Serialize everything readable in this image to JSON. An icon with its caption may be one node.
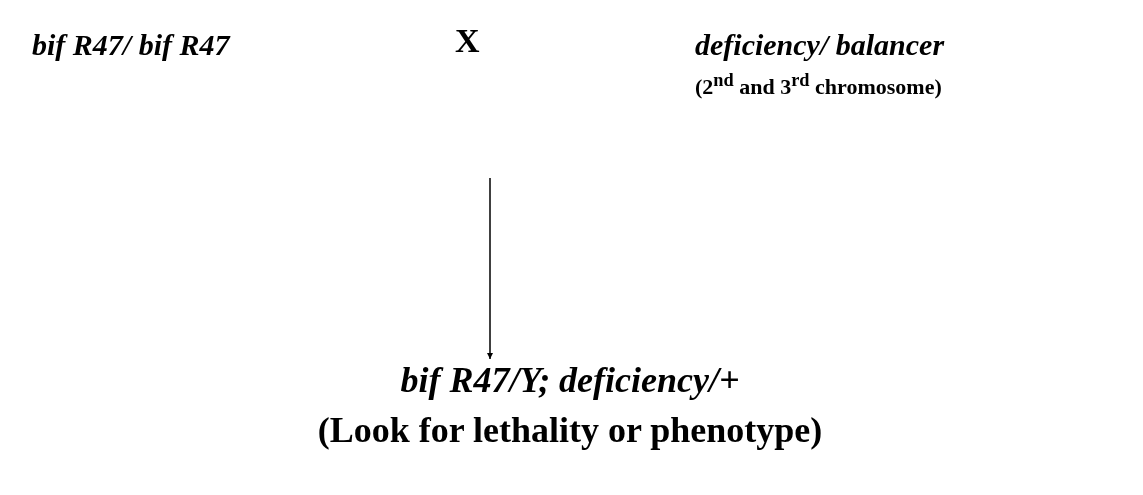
{
  "diagram": {
    "nodes": [
      {
        "text": [
          "bif R47/ bif R47"
        ]
      },
      {
        "text": [
          "deficiency/ balancer"
        ],
        "beside": [
          "(2$^{nd}$ and 3$^{rd}$ chromosome)"
        ]
      },
      {
        "text": [
          "bif R47/Y; deficiency/+",
          "(Look for lethality or phenotype)"
        ]
      }
    ],
    "edges": [
      {
        "from": null,
        "to": 2,
        "arrow": "to"
      }
    ],
    "labels": [
      "X"
    ]
  }
}
